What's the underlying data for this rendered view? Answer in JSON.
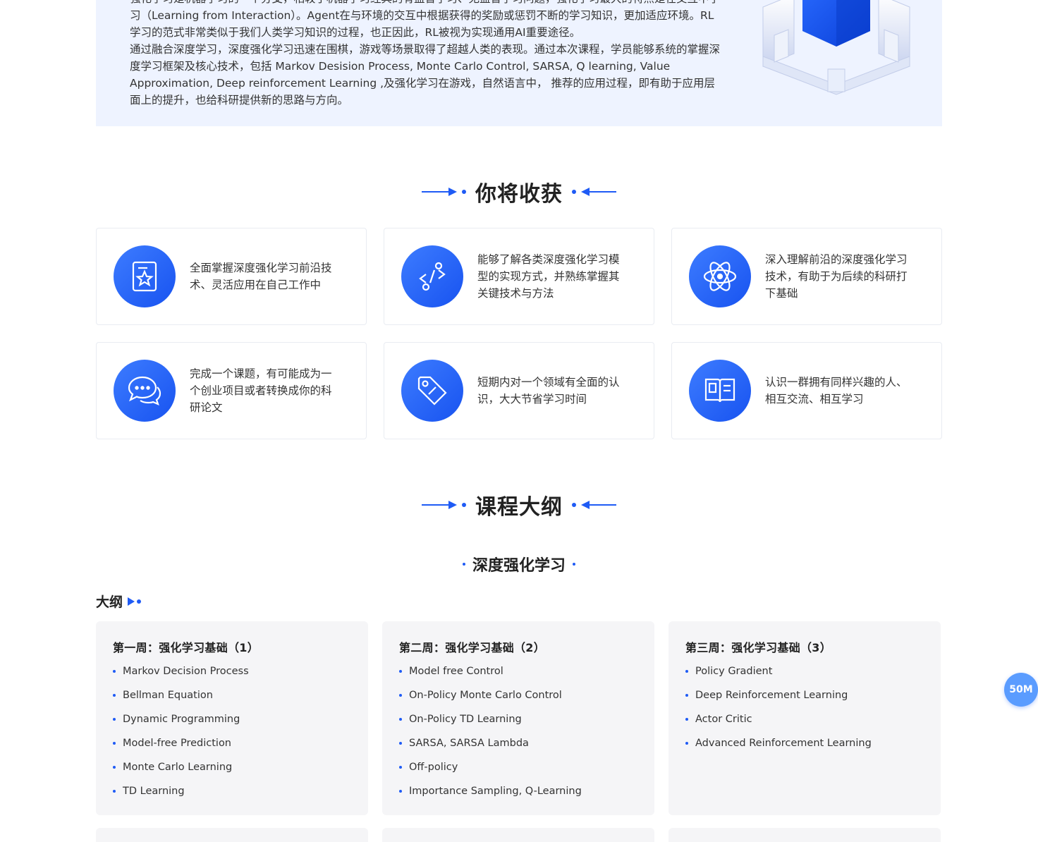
{
  "intro": {
    "paragraphs": [
      "强化学习是机器学习的一个分支，相较于机器学习经典的有监督学习、无监督学习问题，强化学习最大的特点是在交互中学习（Learning from Interaction）。Agent在与环境的交互中根据获得的奖励或惩罚不断的学习知识，更加适应环境。RL学习的范式非常类似于我们人类学习知识的过程，也正因此，RL被视为实现通用AI重要途径。",
      "通过融合深度学习，深度强化学习迅速在围棋，游戏等场景取得了超越人类的表现。通过本次课程，学员能够系统的掌握深度学习框架及核心技术，包括 Markov Desision Process, Monte Carlo Control, SARSA, Q learning, Value Approximation, Deep reinforcement Learning ,及强化学习在游戏，自然语言中， 推荐的应用过程，即有助于应用层面上的提升，也给科研提供新的思路与方向。"
    ],
    "illustration": "blue-cube-illustration"
  },
  "gains": {
    "title": "你将收获",
    "items": [
      {
        "icon": "star-document-icon",
        "text": "全面掌握深度强化学习前沿技术、灵活应用在自己工作中"
      },
      {
        "icon": "code-path-icon",
        "text": "能够了解各类深度强化学习模型的实现方式，并熟练掌握其关键技术与方法"
      },
      {
        "icon": "atom-icon",
        "text": "深入理解前沿的深度强化学习技术，有助于为后续的科研打下基础"
      },
      {
        "icon": "chat-bubbles-icon",
        "text": "完成一个课题，有可能成为一个创业项目或者转换成你的科研论文"
      },
      {
        "icon": "tag-icon",
        "text": "短期内对一个领域有全面的认识，大大节省学习时间"
      },
      {
        "icon": "open-book-icon",
        "text": "认识一群拥有同样兴趣的人、相互交流、相互学习"
      }
    ]
  },
  "syllabus": {
    "title": "课程大纲",
    "course_name": "深度强化学习",
    "outline_label": "大纲",
    "weeks": [
      {
        "title": "第一周：强化学习基础（1）",
        "topics": [
          "Markov Decision Process",
          "Bellman Equation",
          "Dynamic Programming",
          "Model-free Prediction",
          "Monte Carlo Learning",
          "TD Learning"
        ]
      },
      {
        "title": "第二周：强化学习基础（2）",
        "topics": [
          "Model free Control",
          "On-Policy Monte Carlo Control",
          "On-Policy TD Learning",
          "SARSA, SARSA Lambda",
          "Off-policy",
          "Importance Sampling, Q-Learning"
        ]
      },
      {
        "title": "第三周：强化学习基础（3）",
        "topics": [
          "Policy Gradient",
          "Deep Reinforcement Learning",
          "Actor Critic",
          "Advanced Reinforcement Learning"
        ]
      }
    ]
  },
  "float_badge": "50M",
  "colors": {
    "accent": "#1f5bf5",
    "panel_bg": "#eef3ff",
    "card_bg": "#f5f5f7"
  }
}
